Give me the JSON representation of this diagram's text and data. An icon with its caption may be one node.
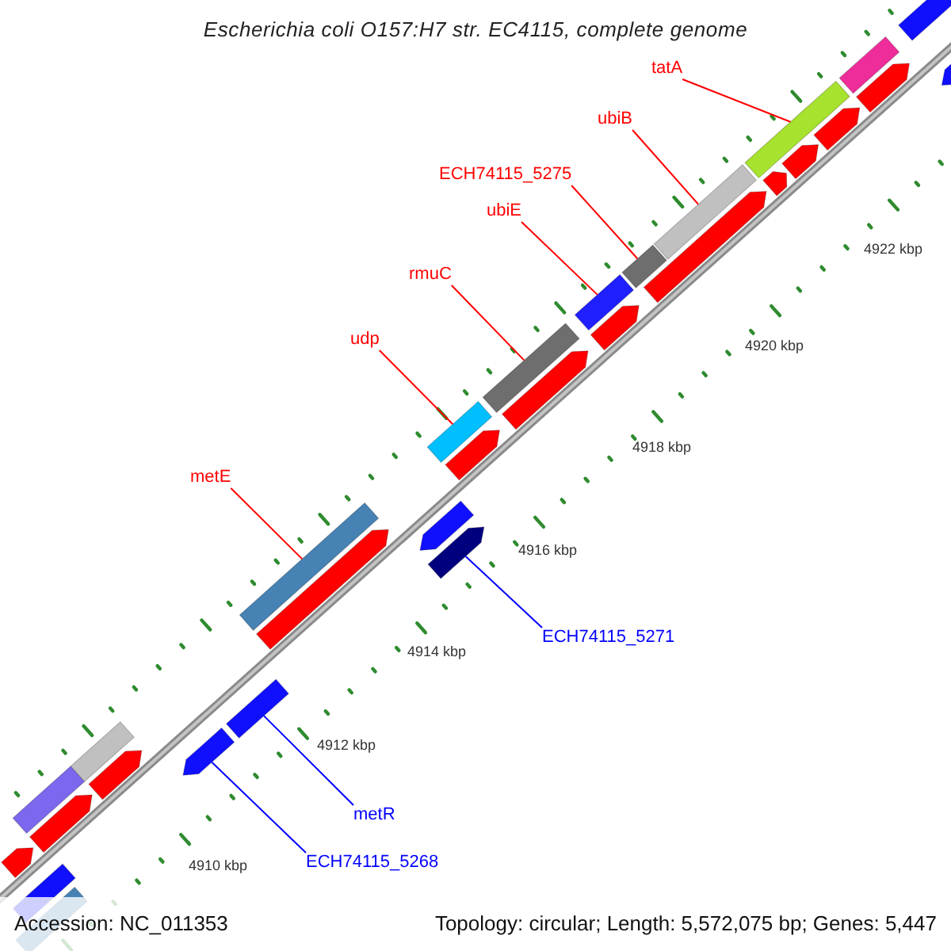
{
  "diagram": {
    "title": "Escherichia coli O157:H7 str. EC4115, complete genome",
    "nodes": [
      {
        "text": [
          "tatA"
        ]
      },
      {
        "text": [
          "ubiB"
        ]
      },
      {
        "text": [
          "ECH74115_5275"
        ]
      },
      {
        "text": [
          "ubiE"
        ]
      },
      {
        "text": [
          "rmuC"
        ]
      },
      {
        "text": [
          "udp"
        ]
      },
      {
        "text": [
          "metE"
        ]
      },
      {
        "text": [
          "ECH74115_5271"
        ]
      },
      {
        "text": [
          "metR"
        ]
      },
      {
        "text": [
          "ECH74115_5268"
        ]
      },
      {
        "text": [],
        "shape": "bar"
      },
      {
        "text": [],
        "shape": "bar"
      },
      {
        "text": [],
        "shape": "bar"
      },
      {
        "text": [],
        "shape": "bar"
      },
      {
        "text": [],
        "shape": "bar"
      },
      {
        "text": [],
        "shape": "bar"
      },
      {
        "text": [],
        "shape": "bar"
      },
      {
        "text": [],
        "shape": "bar"
      },
      {
        "text": [],
        "shape": "bar"
      },
      {
        "text": [],
        "shape": "bar"
      },
      {
        "text": [],
        "shape": "bar"
      },
      {
        "text": [],
        "shape": "bar"
      },
      {
        "text": [],
        "shape": "bar"
      },
      {
        "text": [],
        "shape": "bar"
      },
      {
        "text": [],
        "shape": "bar"
      },
      {
        "text": [],
        "shape": "bar"
      },
      {
        "text": [],
        "shape": "bar"
      },
      {
        "text": [],
        "shape": "bar"
      },
      {
        "text": [],
        "shape": "bar"
      },
      {
        "text": [],
        "shape": "bar"
      },
      {
        "text": [],
        "shape": "bar"
      },
      {
        "text": [],
        "shape": "bar"
      },
      {
        "text": [],
        "shape": "bar"
      },
      {
        "text": [],
        "shape": "bar"
      },
      {
        "text": [],
        "shape": "bar"
      },
      {
        "text": [],
        "shape": "bar"
      },
      {
        "text": [],
        "shape": "bar"
      },
      {
        "text": [],
        "shape": "bar"
      },
      {
        "text": [],
        "shape": "bar"
      },
      {
        "text": [],
        "shape": "bar"
      }
    ],
    "edges": [
      {
        "from": 0,
        "to": 10,
        "arrow": "none"
      },
      {
        "from": 1,
        "to": 11,
        "arrow": "none"
      },
      {
        "from": 2,
        "to": 12,
        "arrow": "none"
      },
      {
        "from": 3,
        "to": 13,
        "arrow": "none"
      },
      {
        "from": 4,
        "to": 14,
        "arrow": "none"
      },
      {
        "from": 5,
        "to": 15,
        "arrow": "none"
      },
      {
        "from": 6,
        "to": 16,
        "arrow": "none"
      },
      {
        "from": 7,
        "to": 17,
        "arrow": "none",
        "color": "#0000ff"
      },
      {
        "from": 8,
        "to": 18,
        "arrow": "none",
        "color": "#0000ff"
      },
      {
        "from": 9,
        "to": 19,
        "arrow": "none",
        "color": "#0000ff"
      }
    ],
    "labels": [
      "4922 kbp",
      "4920 kbp",
      "4918 kbp",
      "4916 kbp",
      "4914 kbp",
      "4912 kbp",
      "4910 kbp",
      "Accession: NC_011353",
      "Topology: circular; Length: 5,572,075 bp; Genes: 5,447"
    ]
  }
}
